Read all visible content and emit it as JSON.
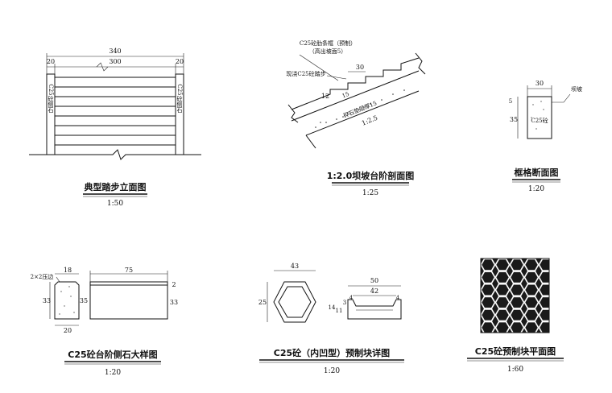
{
  "colors": {
    "ink": "#111111",
    "paper": "#ffffff"
  },
  "drawings": {
    "elevation": {
      "title": "典型踏步立面图",
      "scale": "1:50",
      "dim_total": "340",
      "dim_left": "20",
      "dim_mid": "300",
      "dim_right": "20",
      "curb_label": "C25砼侧石"
    },
    "section": {
      "title": "1:2.0坝坡台阶剖面图",
      "scale": "1:25",
      "label_strip": "C25砼肋条框（预制）",
      "label_strip2": "（高出坡面5）",
      "label_cast": "现浇C25砼踏步",
      "label_cushion": "碎石垫层厚15",
      "dim_30": "30",
      "dim_12": "12",
      "dim_15": "15",
      "slope": "1:2.5"
    },
    "frame": {
      "title": "框格断面图",
      "scale": "1:20",
      "dim_top": "30",
      "dim_side": "35",
      "dim_5": "5",
      "label_slope": "坝坡",
      "label_mat": "C25砼"
    },
    "curbstone": {
      "title": "C25砼台阶侧石大样图",
      "scale": "1:20",
      "label_chamfer": "2×2压边",
      "dim_18": "18",
      "dim_33": "33",
      "dim_20": "20",
      "dim_75": "75",
      "dim_35": "35",
      "dim_2": "2",
      "dim_33b": "33"
    },
    "hexblock": {
      "title": "C25砼（内凹型）预制块详图",
      "scale": "1:20",
      "dim_43": "43",
      "dim_25": "25",
      "dim_50": "50",
      "dim_42": "42",
      "dim_4a": "4",
      "dim_4b": "4",
      "dim_14": "14",
      "dim_11": "11",
      "dim_3": "3"
    },
    "plan": {
      "title": "C25砼预制块平面图",
      "scale": "1:60"
    }
  }
}
